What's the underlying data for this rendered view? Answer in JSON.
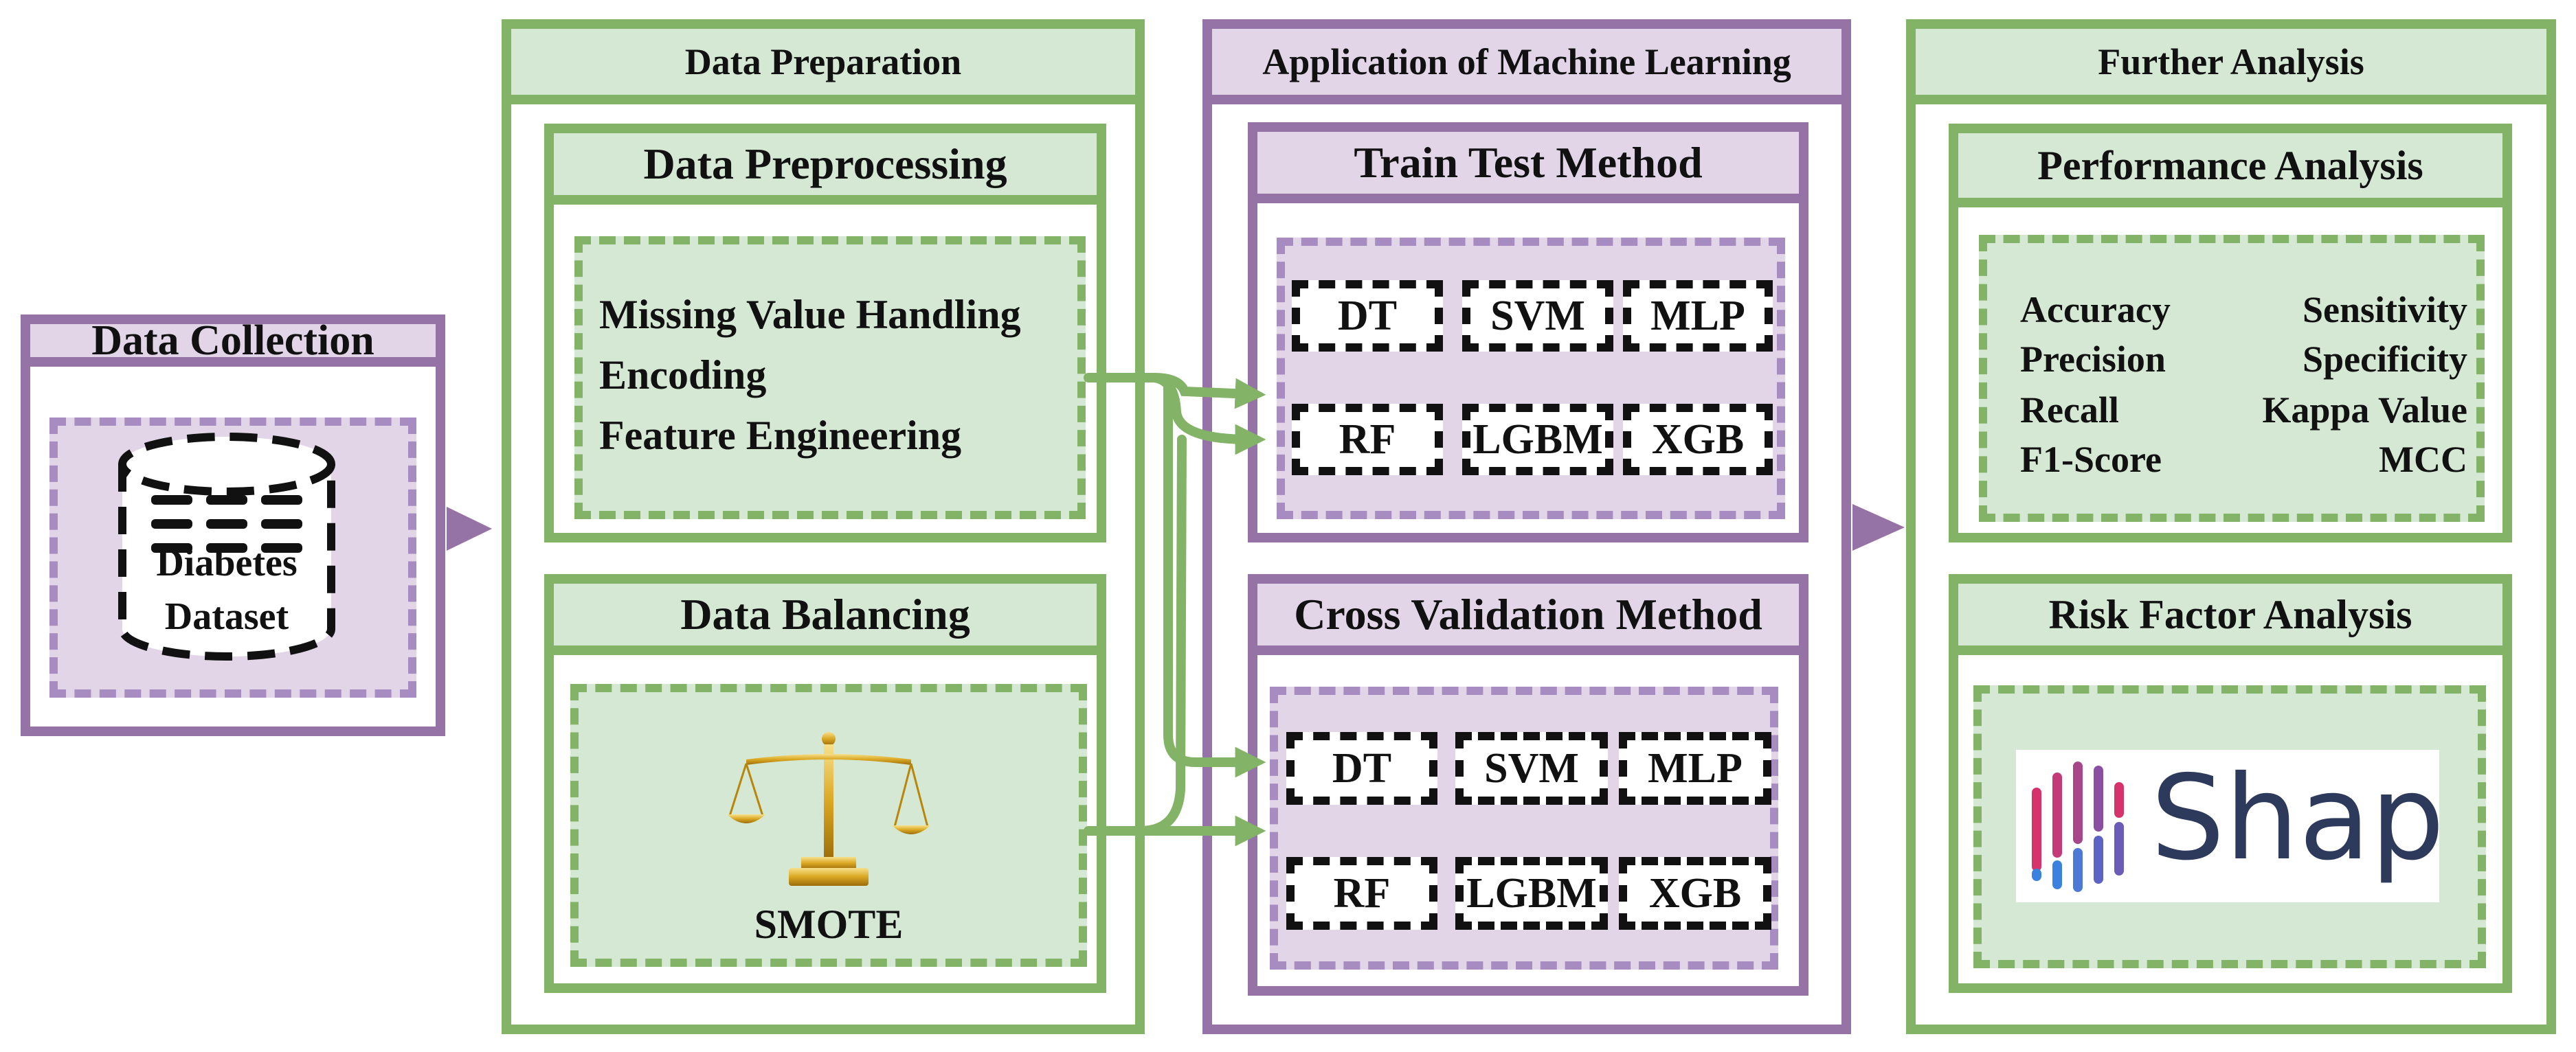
{
  "colors": {
    "green_border": "#82b366",
    "green_fill": "#d5e8d4",
    "purple_border": "#9673a6",
    "purple_fill": "#e1d5e7",
    "arrow_green": "#82b366",
    "arrow_purple": "#9673a6",
    "text": "#111111"
  },
  "data_collection": {
    "title": "Data Collection",
    "dataset_label_line1": "Diabetes",
    "dataset_label_line2": "Dataset",
    "icon": "database-icon"
  },
  "data_preparation": {
    "title": "Data Preparation",
    "preprocessing": {
      "title": "Data Preprocessing",
      "items": [
        "Missing Value Handling",
        "Encoding",
        "Feature Engineering"
      ]
    },
    "balancing": {
      "title": "Data Balancing",
      "method": "SMOTE",
      "icon": "balance-scale-icon"
    }
  },
  "machine_learning": {
    "title": "Application of Machine Learning",
    "train_test": {
      "title": "Train Test Method",
      "models": [
        "DT",
        "SVM",
        "MLP",
        "RF",
        "LGBM",
        "XGB"
      ]
    },
    "cross_validation": {
      "title": "Cross Validation Method",
      "models": [
        "DT",
        "SVM",
        "MLP",
        "RF",
        "LGBM",
        "XGB"
      ]
    }
  },
  "further_analysis": {
    "title": "Further Analysis",
    "performance": {
      "title": "Performance Analysis",
      "metrics_left": [
        "Accuracy",
        "Precision",
        "Recall",
        "F1-Score"
      ],
      "metrics_right": [
        "Sensitivity",
        "Specificity",
        "Kappa Value",
        "MCC"
      ]
    },
    "risk_factor": {
      "title": "Risk Factor Analysis",
      "logo_text": "Shap",
      "logo_bar_colors": [
        "#d6336c",
        "#b8407f",
        "#8a4fa3",
        "#5c63c2",
        "#3b82e0"
      ]
    }
  }
}
